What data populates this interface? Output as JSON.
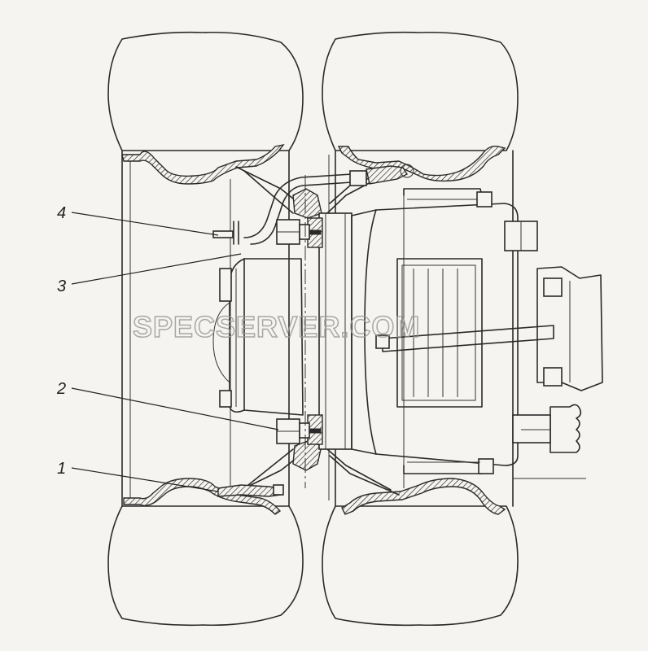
{
  "watermark": "SPECSERVER.COM",
  "callouts": [
    {
      "id": "4",
      "label": "4"
    },
    {
      "id": "3",
      "label": "3"
    },
    {
      "id": "2",
      "label": "2"
    },
    {
      "id": "1",
      "label": "1"
    }
  ]
}
